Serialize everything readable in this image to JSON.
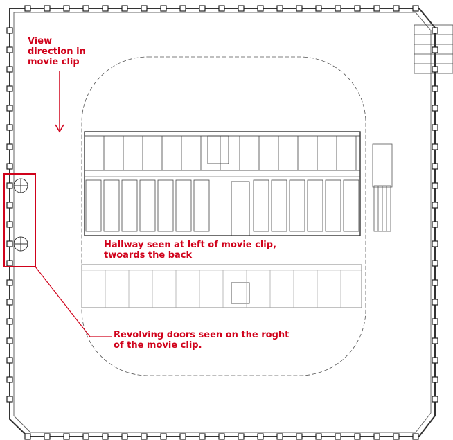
{
  "annotations": {
    "view_direction": "View direction in movie clip",
    "hallway": "Hallway seen at left of movie clip, twoards the back",
    "revolving_doors": "Revolving doors seen on the roght of the movie clip."
  },
  "colors": {
    "annotation": "#d0021b",
    "plan_ink": "#333333",
    "faded_ink": "#9a9a9a"
  }
}
